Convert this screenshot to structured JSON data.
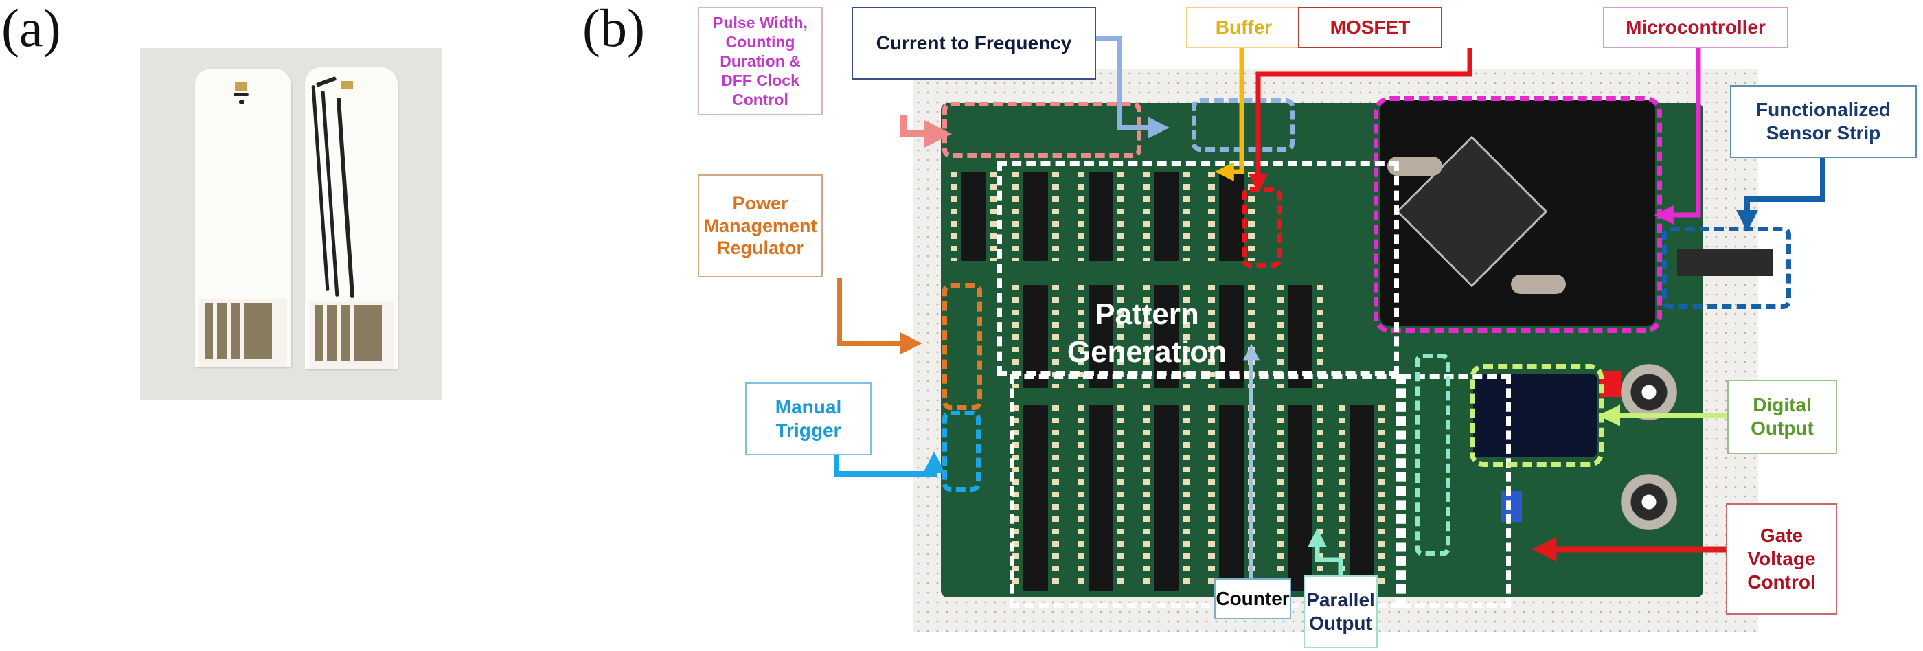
{
  "figure": {
    "panels": [
      {
        "id": "a",
        "label": "(a)",
        "description": "Photograph of two sensor strips"
      },
      {
        "id": "b",
        "label": "(b)",
        "description": "Annotated photograph of circuit board"
      }
    ]
  },
  "panel_b": {
    "callouts": [
      {
        "key": "pulse_width",
        "text": "Pulse Width, Counting Duration & DFF Clock Control",
        "color": "#c23ac7",
        "border": "#d9b5b5"
      },
      {
        "key": "current_to_frequency",
        "text": "Current to Frequency",
        "color": "#101a3a",
        "border": "#3a4f8a"
      },
      {
        "key": "buffer",
        "text": "Buffer",
        "color": "#e0b21a",
        "border": "#f0d37a"
      },
      {
        "key": "mosfet",
        "text": "MOSFET",
        "color": "#c4141c",
        "border": "#b03a3a"
      },
      {
        "key": "microcontroller",
        "text": "Microcontroller",
        "color": "#b8142c",
        "border": "#d59bd9"
      },
      {
        "key": "sensor_strip",
        "text": "Functionalized Sensor Strip",
        "color": "#173a70",
        "border": "#5b8fb0"
      },
      {
        "key": "power_management",
        "text": "Power Management Regulator",
        "color": "#d9731f",
        "border": "#cfa88a"
      },
      {
        "key": "manual_trigger",
        "text": "Manual Trigger",
        "color": "#1a9ad6",
        "border": "#7ec0de"
      },
      {
        "key": "digital_output",
        "text": "Digital Output",
        "color": "#5a9a2a",
        "border": "#9bbf8a"
      },
      {
        "key": "gate_voltage",
        "text": "Gate Voltage Control",
        "color": "#b01020",
        "border": "#c46a70"
      },
      {
        "key": "counter",
        "text": "Counter",
        "color": "#0a0a0a",
        "border": "#7ab0cf"
      },
      {
        "key": "parallel_output",
        "text": "Parallel Output",
        "color": "#1a2a5a",
        "border": "#9ee0cf"
      }
    ],
    "board_label": {
      "line1": "Pattern",
      "line2": "Generation"
    },
    "colors": {
      "pulse_width": "#f08a8a",
      "current_to_frequency": "#8fb1e0",
      "buffer": "#f5b80c",
      "mosfet": "#e8141c",
      "microcontroller": "#e62ad1",
      "sensor_strip": "#1560a8",
      "power_management": "#e0782a",
      "manual_trigger": "#1aa6e8",
      "digital_output": "#c8f078",
      "gate_voltage": "#e01a1a",
      "counter": "#9fc0e0",
      "parallel_output": "#8fe8c8",
      "pattern_generation": "#ffffff"
    }
  }
}
